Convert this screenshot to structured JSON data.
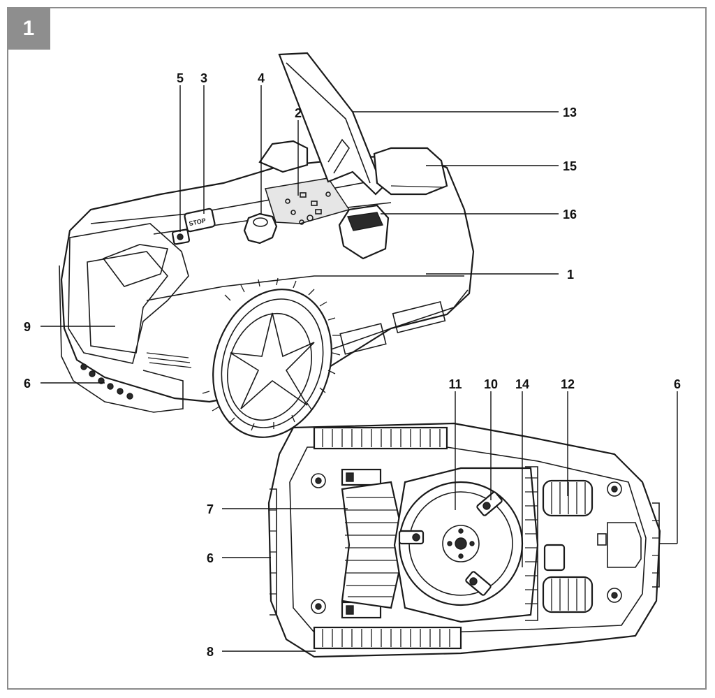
{
  "figure_number": "1",
  "callouts": {
    "c5": "5",
    "c3": "3",
    "c4": "4",
    "c2": "2",
    "c13": "13",
    "c15": "15",
    "c16": "16",
    "c1": "1",
    "c9": "9",
    "c6a": "6",
    "c11": "11",
    "c10": "10",
    "c14": "14",
    "c12": "12",
    "c6b": "6",
    "c7": "7",
    "c6c": "6",
    "c8": "8"
  },
  "panel_text": {
    "stop_label": "STOP"
  },
  "colors": {
    "line": "#1a1a1a",
    "frame": "#8a8a8a",
    "badge": "#8e8e8e"
  }
}
